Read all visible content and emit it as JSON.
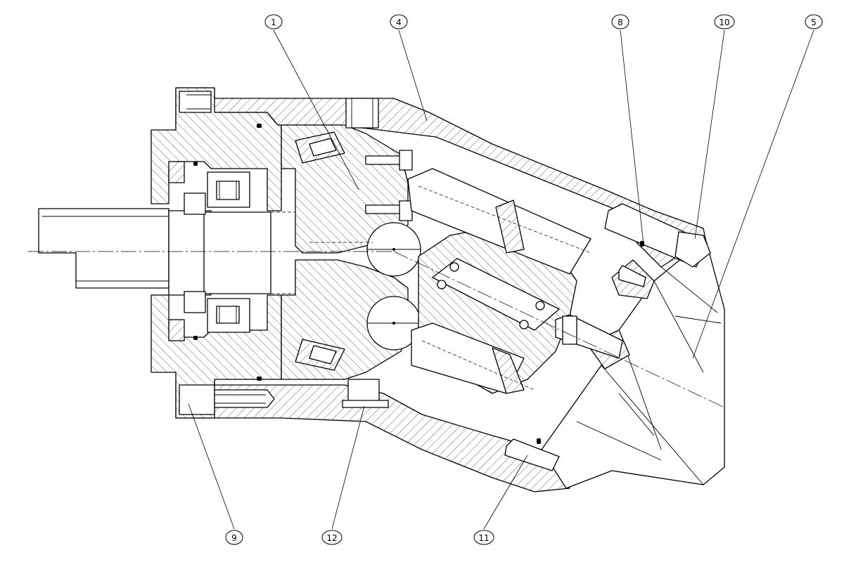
{
  "diagram": {
    "balloons": [
      {
        "id": "1",
        "label": "1"
      },
      {
        "id": "4",
        "label": "4"
      },
      {
        "id": "8",
        "label": "8"
      },
      {
        "id": "10",
        "label": "10"
      },
      {
        "id": "5",
        "label": "5"
      },
      {
        "id": "9",
        "label": "9"
      },
      {
        "id": "12",
        "label": "12"
      },
      {
        "id": "11",
        "label": "11"
      }
    ]
  }
}
